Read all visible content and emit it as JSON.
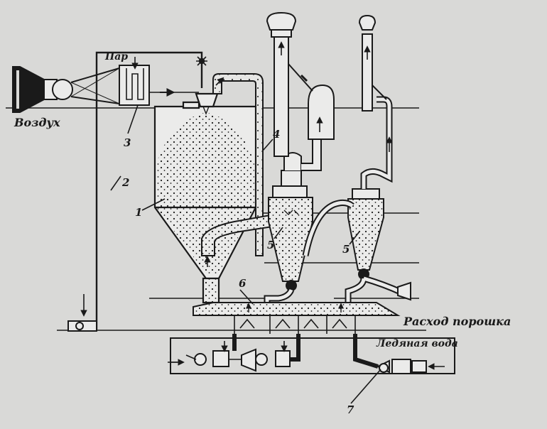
{
  "labels": {
    "air": "Воздух",
    "steam": "Пар",
    "powder_output": "Расход порошка",
    "ice_water": "Ледяная вода"
  },
  "callouts": {
    "n1": "1",
    "n2": "2",
    "n3": "3",
    "n4": "4",
    "n5a": "5",
    "n5b": "5",
    "n6": "6",
    "n7": "7"
  },
  "colors": {
    "paper": "#d9d9d7",
    "ink": "#1a1a1a",
    "fill": "#ebebea"
  }
}
